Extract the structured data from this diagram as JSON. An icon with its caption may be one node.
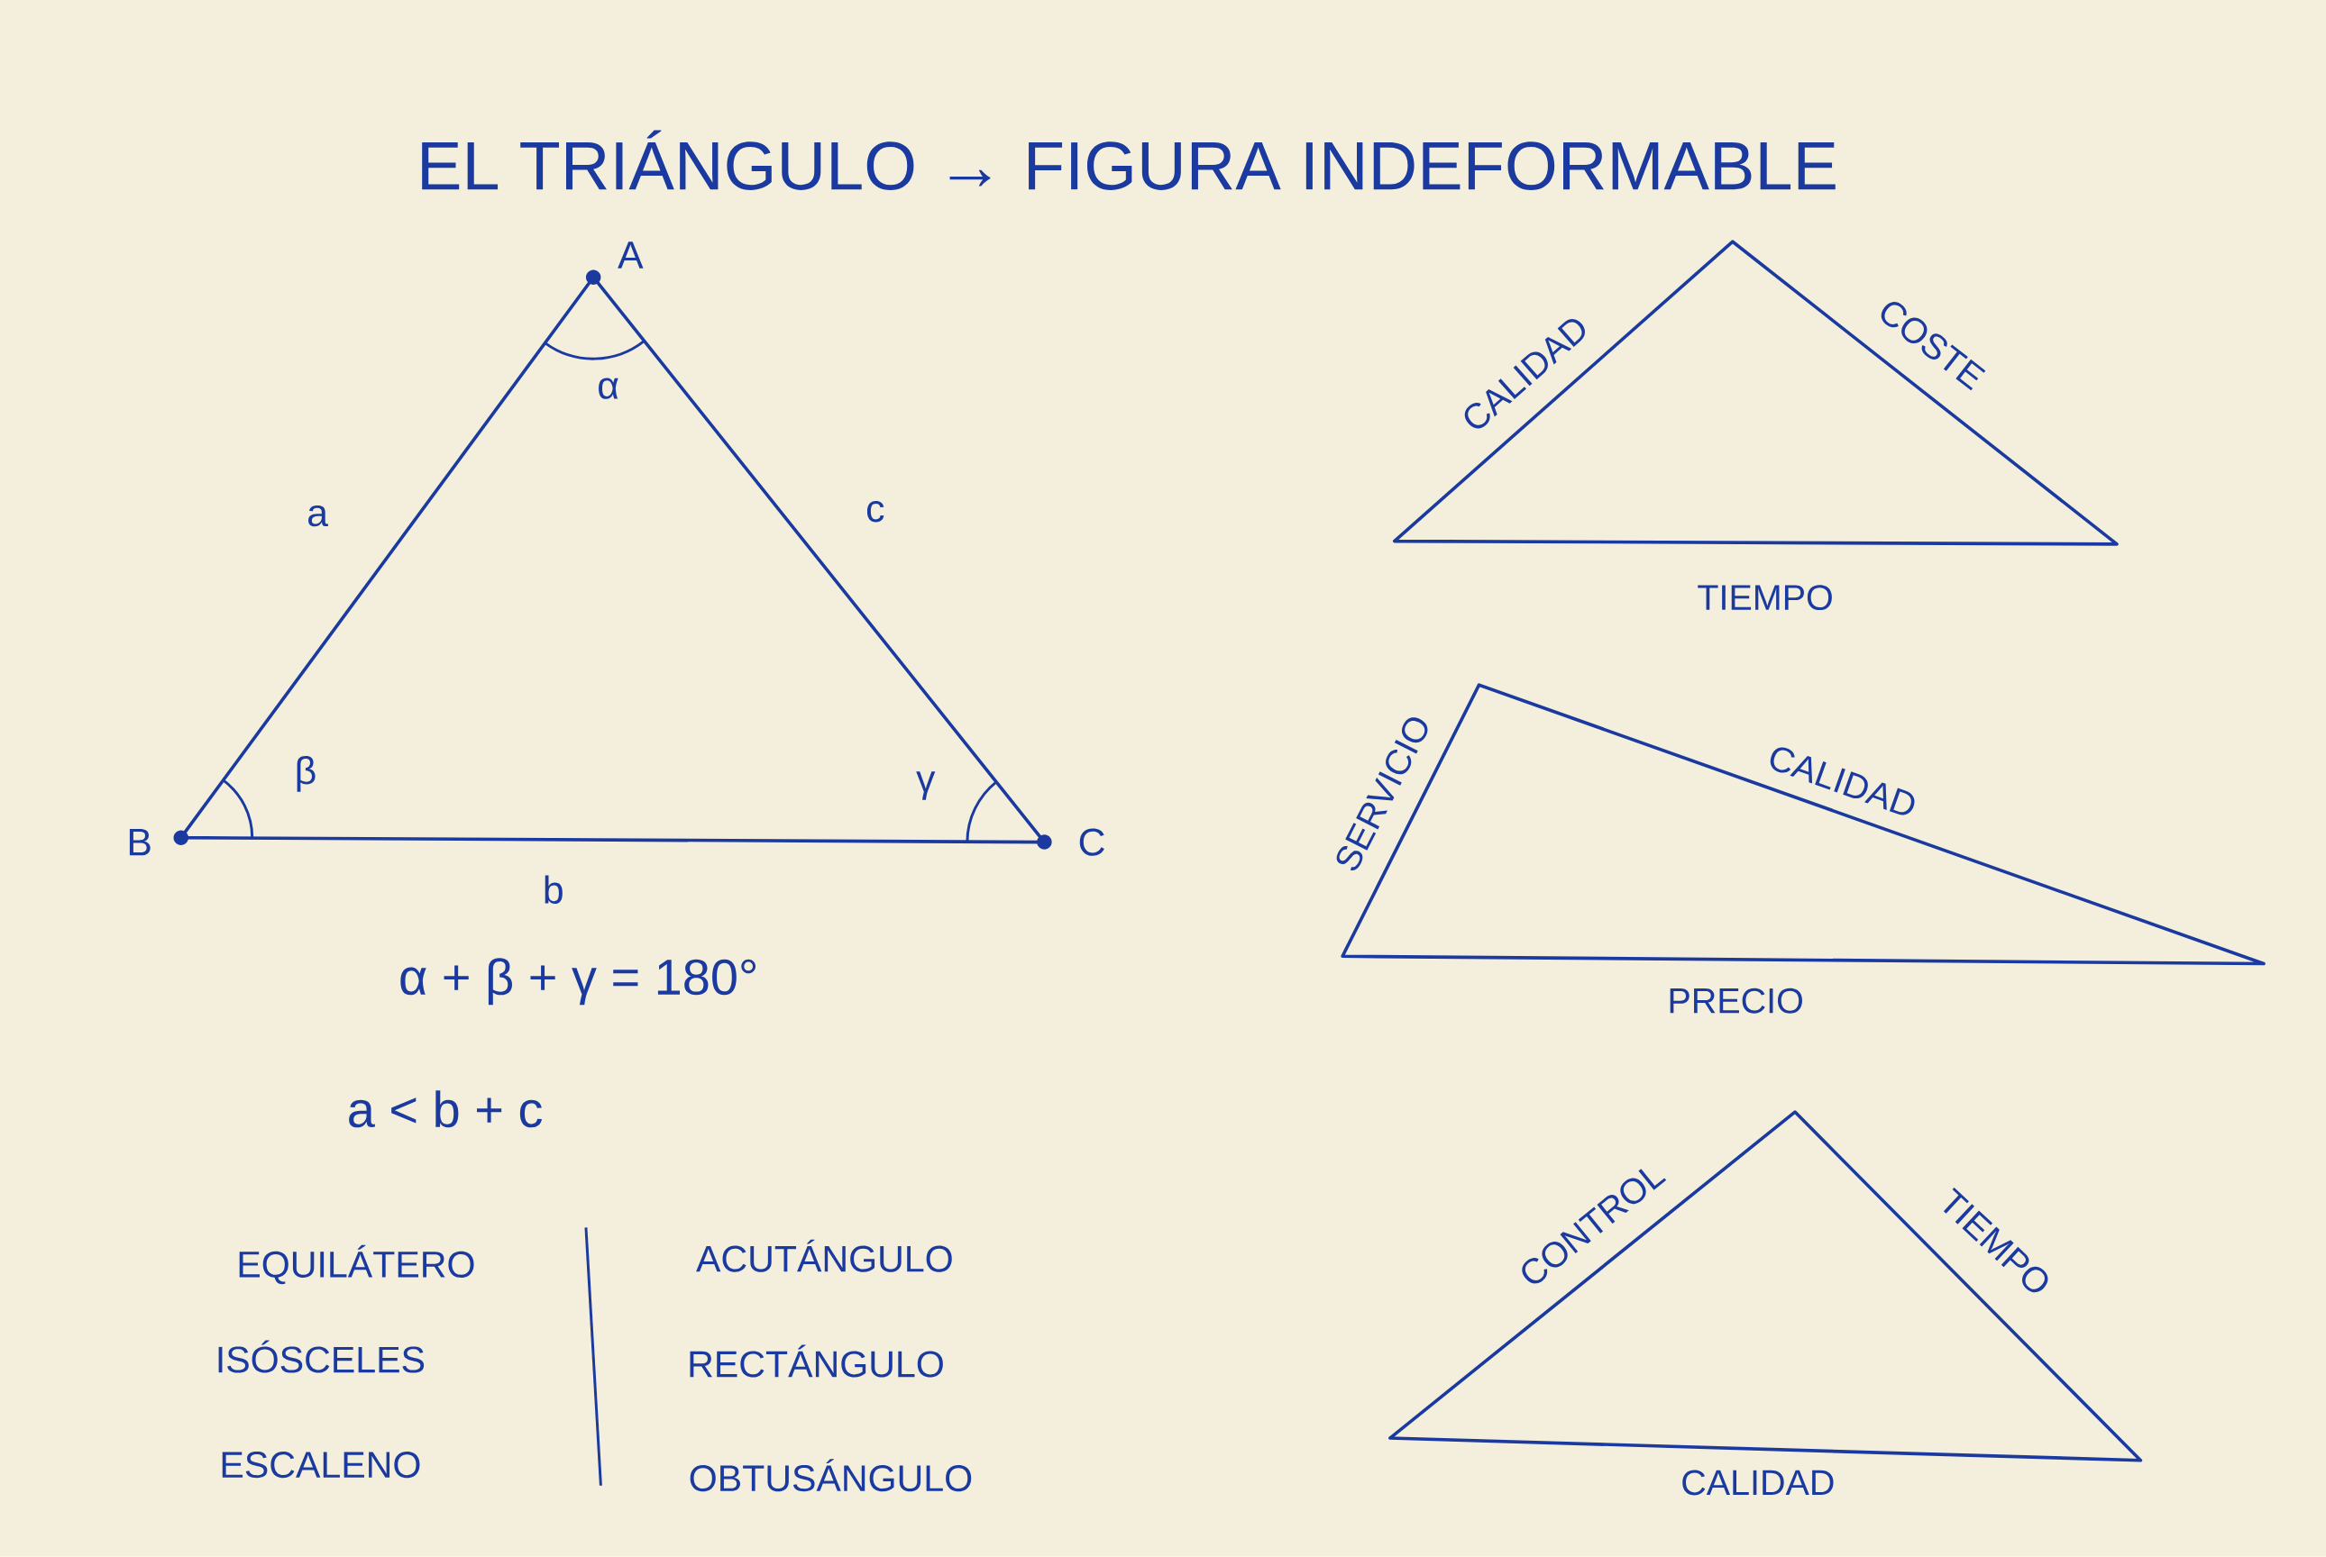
{
  "diagram": {
    "title": "EL TRIÁNGULO → FIGURA INDEFORMABLE",
    "labels": [
      "A",
      "α",
      "a",
      "c",
      "β",
      "γ",
      "B",
      "C",
      "b",
      "α + β + γ = 180°",
      "a < b + c",
      "EQUILÁTERO",
      "ACUTÁNGULO",
      "ISÓSCELES",
      "RECTÁNGULO",
      "ESCALENO",
      "OBTUSÁNGULO",
      "CALIDAD",
      "COSTE",
      "TIEMPO",
      "SERVICIO",
      "CALIDAD",
      "PRECIO",
      "CONTROL",
      "TIEMPO",
      "CALIDAD"
    ]
  }
}
